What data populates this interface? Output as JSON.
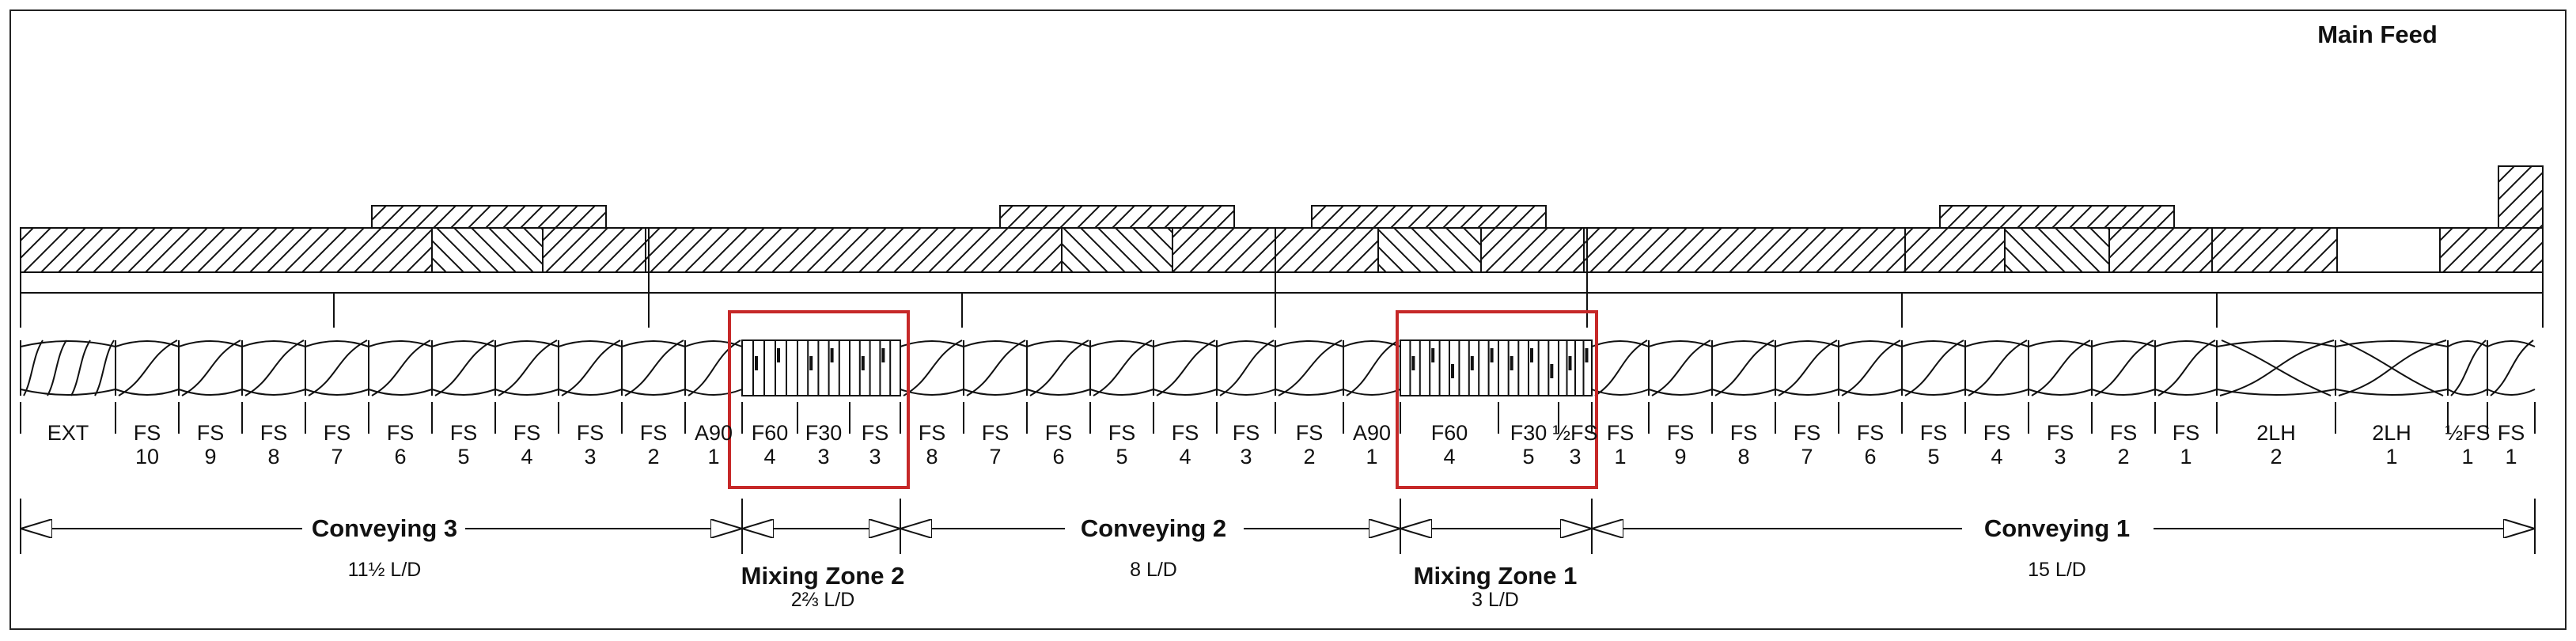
{
  "header": {
    "feed_label": "Main Feed"
  },
  "screw_labels": {
    "top": [
      "EXT",
      "FS",
      "FS",
      "FS",
      "FS",
      "FS",
      "FS",
      "FS",
      "FS",
      "FS",
      "A90",
      "F60",
      "F30",
      "FS",
      "FS",
      "FS",
      "FS",
      "FS",
      "FS",
      "FS",
      "FS",
      "A90",
      "F60",
      "F30",
      "½FS",
      "FS",
      "FS",
      "FS",
      "FS",
      "FS",
      "FS",
      "FS",
      "FS",
      "FS",
      "FS",
      "2LH",
      "2LH",
      "½FS",
      "FS"
    ],
    "bottom": [
      "",
      "10",
      "9",
      "8",
      "7",
      "6",
      "5",
      "4",
      "3",
      "2",
      "1",
      "4",
      "3",
      "3",
      "8",
      "7",
      "6",
      "5",
      "4",
      "3",
      "2",
      "1",
      "4",
      "5",
      "3",
      "1",
      "9",
      "8",
      "7",
      "6",
      "5",
      "4",
      "3",
      "2",
      "1",
      "2",
      "1",
      "1",
      "1"
    ]
  },
  "zones": [
    {
      "name": "Conveying 3",
      "length": "11½ L/D"
    },
    {
      "name": "Mixing Zone 2",
      "length": "2⅔ L/D"
    },
    {
      "name": "Conveying 2",
      "length": "8 L/D"
    },
    {
      "name": "Mixing Zone 1",
      "length": "3 L/D"
    },
    {
      "name": "Conveying 1",
      "length": "15 L/D"
    }
  ],
  "colors": {
    "line": "#111111",
    "highlight": "#c62828",
    "background": "#ffffff"
  }
}
